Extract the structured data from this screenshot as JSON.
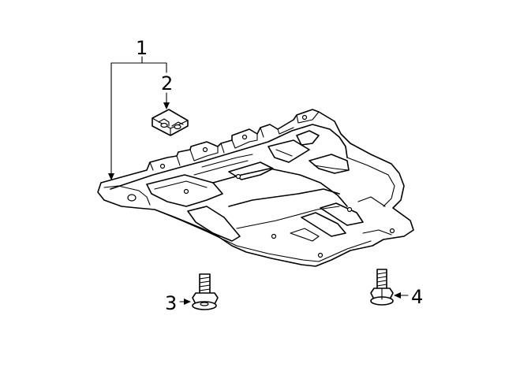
{
  "diagram": {
    "parts": [
      {
        "callout": "1",
        "icon": "skid-plate-assembly-icon"
      },
      {
        "callout": "2",
        "icon": "bracket-clip-icon"
      },
      {
        "callout": "3",
        "icon": "flange-bolt-icon"
      },
      {
        "callout": "4",
        "icon": "hex-flange-bolt-icon"
      }
    ]
  }
}
